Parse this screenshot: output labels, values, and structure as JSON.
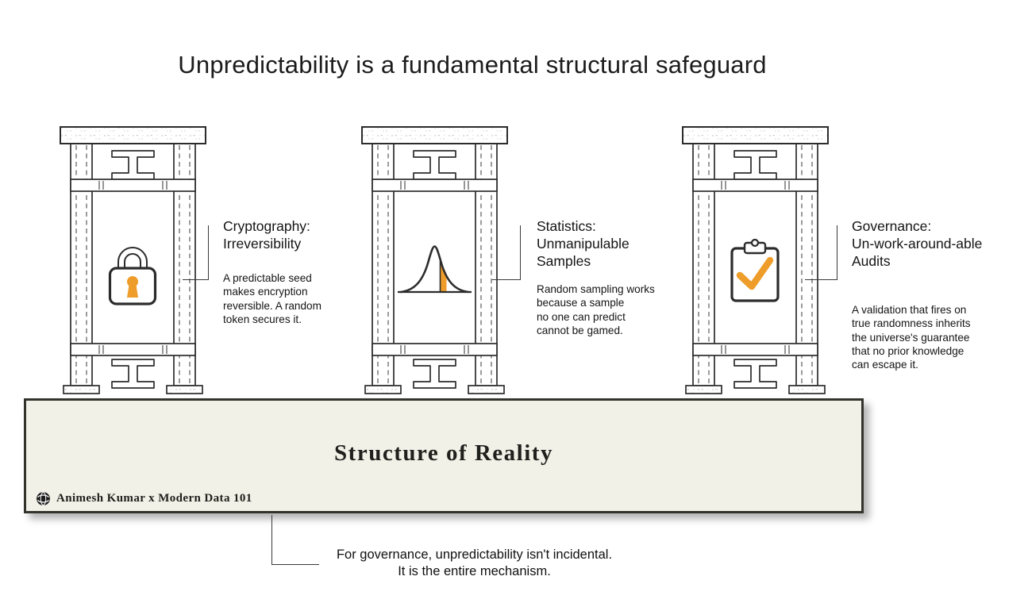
{
  "title": "Unpredictability is a fundamental structural safeguard",
  "pillars": [
    {
      "id": "cryptography",
      "icon": "padlock-icon",
      "heading": "Cryptography:\nIrreversibility",
      "description": "A predictable seed\nmakes encryption\nreversible. A random\ntoken secures it."
    },
    {
      "id": "statistics",
      "icon": "bell-curve-icon",
      "heading": "Statistics:\nUnmanipulable\nSamples",
      "description": "Random sampling works\nbecause a sample\nno one can predict\ncannot be gamed."
    },
    {
      "id": "governance",
      "icon": "clipboard-check-icon",
      "heading": "Governance:\nUn-work-around-able\nAudits",
      "description": "A validation that fires on\ntrue randomness inherits\nthe universe's guarantee\nthat no prior knowledge\ncan escape it."
    }
  ],
  "foundation": {
    "label": "Structure of Reality",
    "attribution": "Animesh Kumar x Modern Data 101"
  },
  "footnote": {
    "text": "For governance, unpredictability isn't incidental.\nIt is the entire mechanism."
  },
  "colors": {
    "accent_orange": "#EE9D2B",
    "ink": "#2C2C2C",
    "foundation_bg": "#F2F1E8"
  }
}
